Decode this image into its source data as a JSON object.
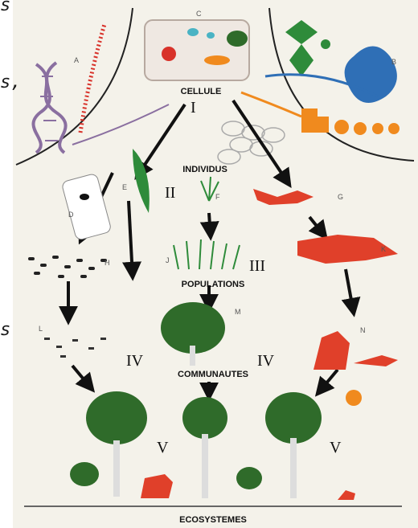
{
  "edge_text": {
    "top": "s",
    "upper": "s,",
    "lower": "s"
  },
  "levels": {
    "cellule": "CELLULE",
    "individus": "INDIVIDUS",
    "populations": "POPULATIONS",
    "communautes": "COMMUNAUTES",
    "ecosystemes": "ECOSYSTEMES"
  },
  "roman": {
    "i": "I",
    "ii": "II",
    "iii": "III",
    "iv_left": "IV",
    "iv_right": "IV",
    "v_left": "V",
    "v_right": "V"
  },
  "letters": {
    "a": "A",
    "b": "B",
    "c": "C",
    "d": "D",
    "e": "E",
    "f": "F",
    "g": "G",
    "h": "H",
    "j": "J",
    "k": "K",
    "l": "L",
    "m": "M",
    "n": "N"
  },
  "colors": {
    "tree": "#2f6b2a",
    "animal": "#e0402a",
    "arrow": "#111111",
    "dna": "#8a6fa0",
    "orange": "#f08a1e",
    "blue_cell": "#2f6fb6",
    "green_org": "#2e8b3a"
  }
}
